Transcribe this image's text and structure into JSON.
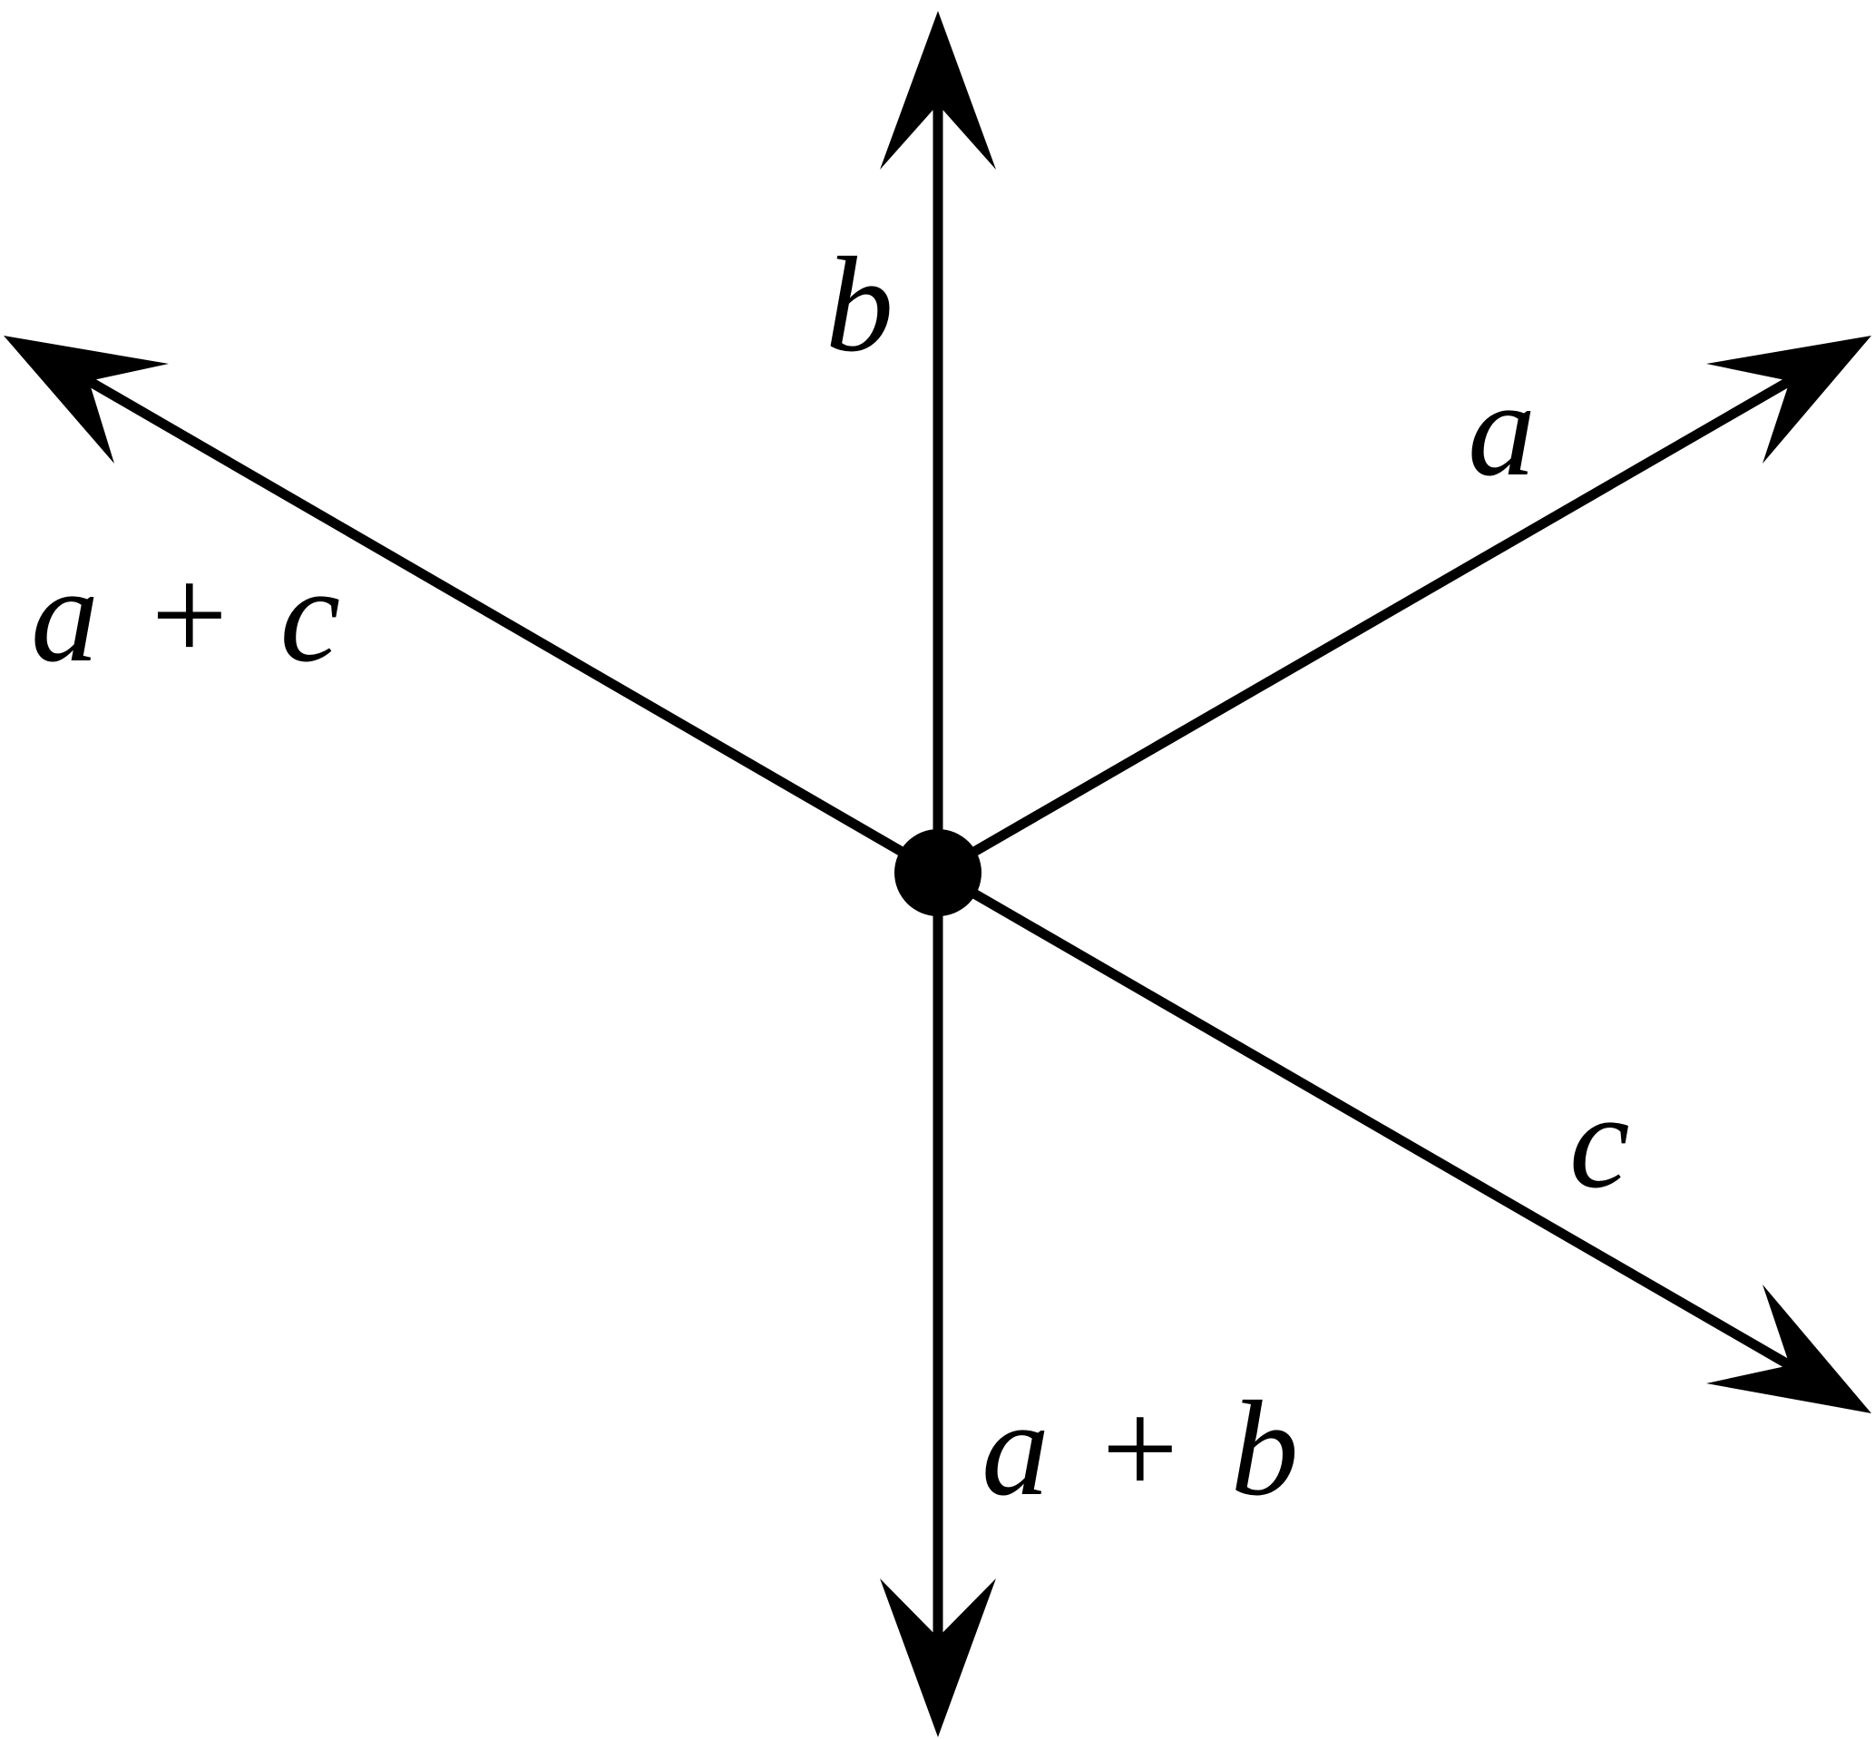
{
  "diagram": {
    "vectors": [
      {
        "id": "a",
        "label": "a"
      },
      {
        "id": "b",
        "label": "b"
      },
      {
        "id": "c",
        "label": "c"
      },
      {
        "id": "a-plus-b",
        "label": "a + b",
        "parts": [
          "a",
          "+",
          "b"
        ]
      },
      {
        "id": "a-plus-c",
        "label": "a + c",
        "parts": [
          "a",
          "+",
          "c"
        ]
      }
    ],
    "colors": {
      "stroke": "#000000",
      "background": "#ffffff"
    }
  }
}
